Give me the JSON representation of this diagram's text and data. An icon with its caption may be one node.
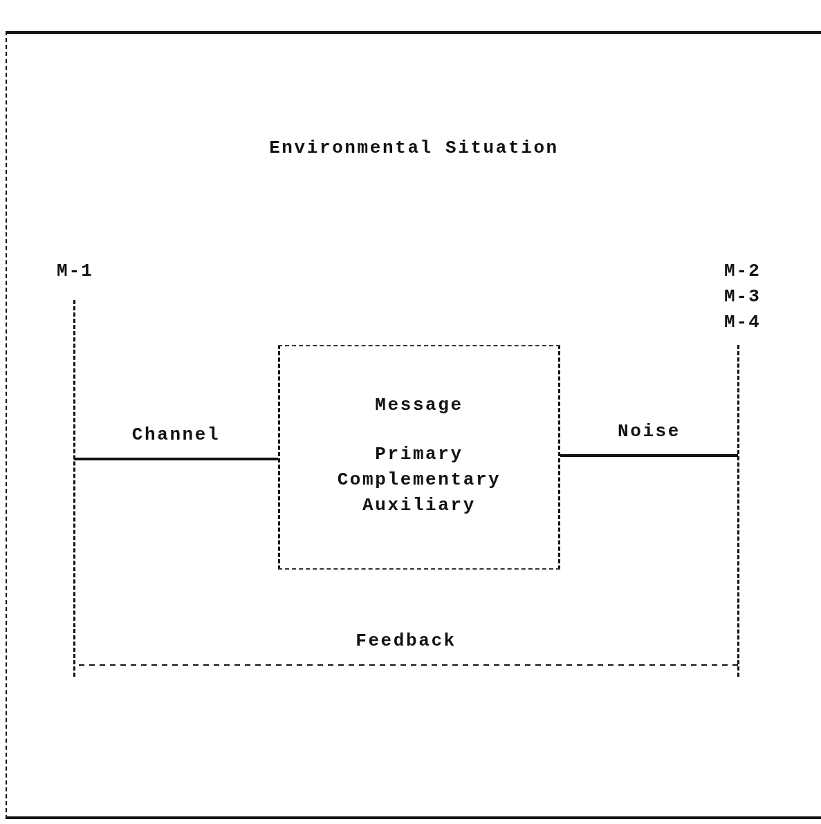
{
  "diagram": {
    "nodes": [
      {
        "text": [
          "Environmental Situation"
        ]
      },
      {
        "text": [
          "M-1"
        ],
        "in": 0
      },
      {
        "text": [
          "Message",
          "Primary Complementary Auxiliary"
        ],
        "in": 0
      },
      {
        "text": [
          "M-2",
          "M-3",
          "M-4"
        ],
        "in": 0
      }
    ],
    "edges": [
      {
        "from": 1,
        "to": 2,
        "arrow": "none",
        "label": "Channel"
      },
      {
        "from": 2,
        "to": 3,
        "arrow": "none",
        "label": "Noise"
      },
      {
        "from": 3,
        "to": 1,
        "arrow": "none",
        "label": "Feedback",
        "style": "dashed"
      }
    ]
  }
}
